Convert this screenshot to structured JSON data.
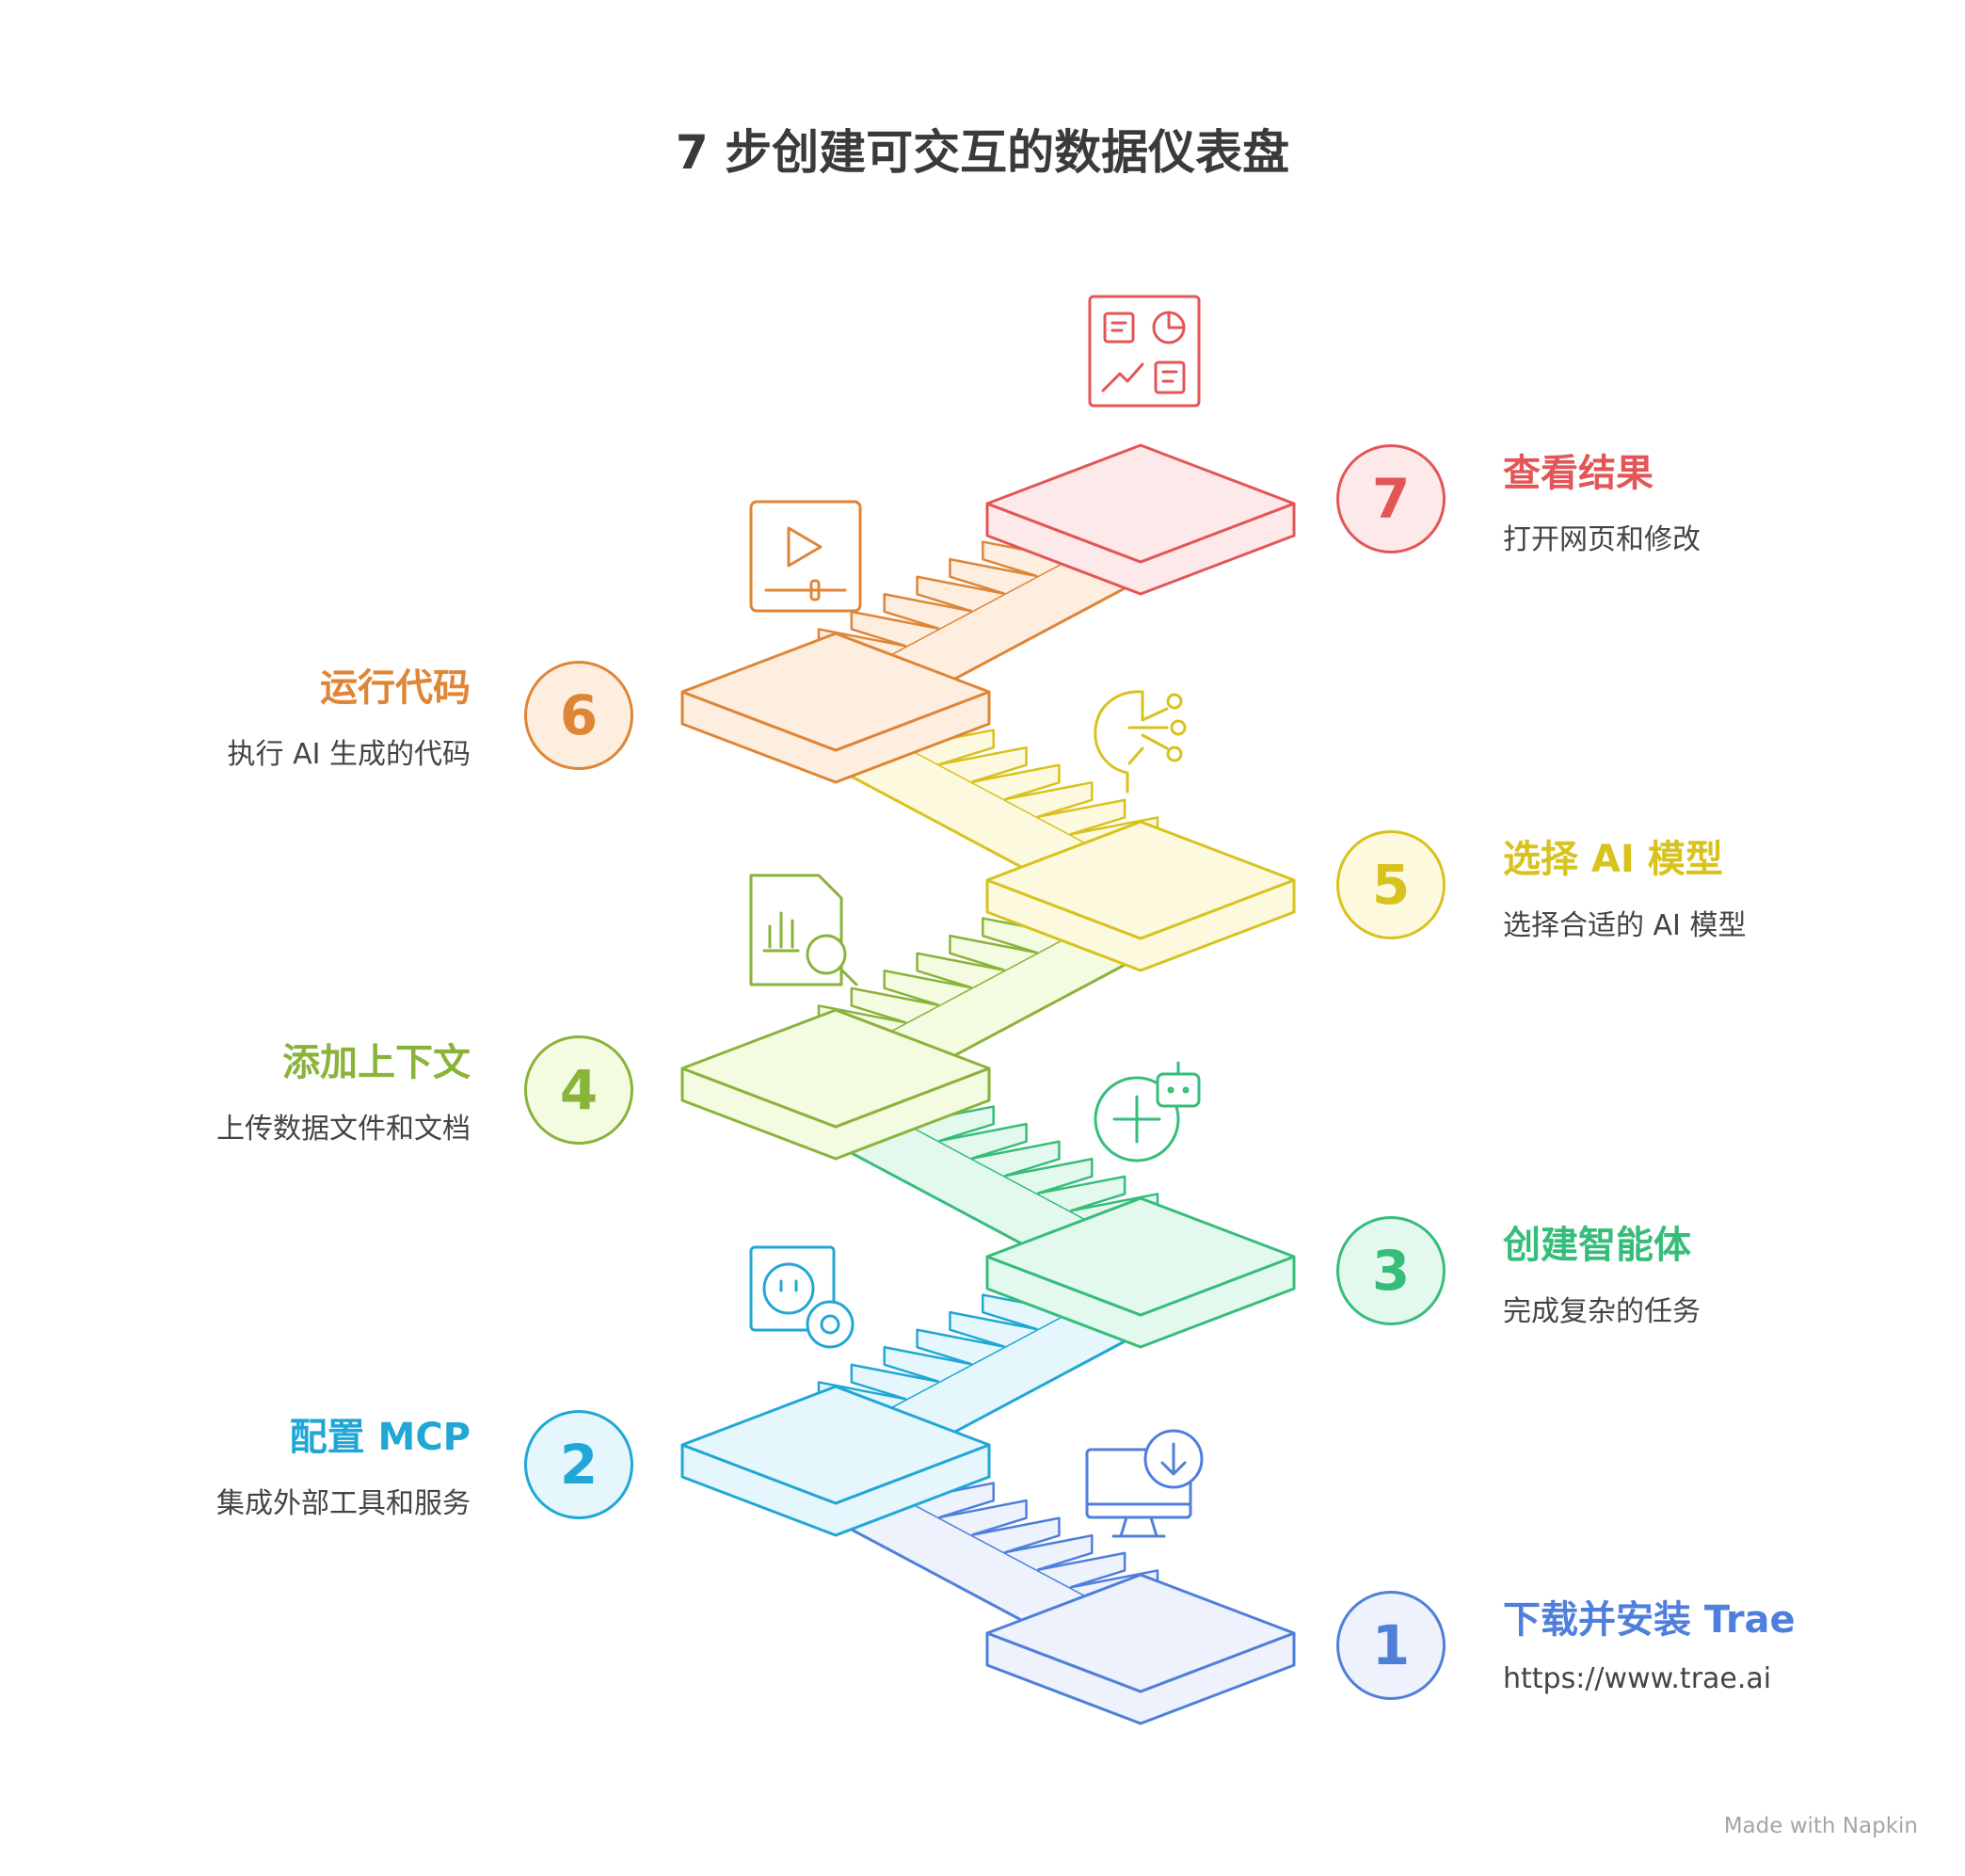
{
  "title": "7 步创建可交互的数据仪表盘",
  "steps": [
    {
      "number": "1",
      "title": "下载并安装 Trae",
      "desc": "https://www.trae.ai",
      "color": "#4f7fdb",
      "fill": "#edf2fc",
      "icon": "monitor-download-icon"
    },
    {
      "number": "2",
      "title": "配置 MCP",
      "desc": "集成外部工具和服务",
      "color": "#21a7d6",
      "fill": "#e5f6fc",
      "icon": "plug-gear-icon"
    },
    {
      "number": "3",
      "title": "创建智能体",
      "desc": "完成复杂的任务",
      "color": "#36bd7a",
      "fill": "#e4f9ee",
      "icon": "add-robot-icon"
    },
    {
      "number": "4",
      "title": "添加上下文",
      "desc": "上传数据文件和文档",
      "color": "#8ab33a",
      "fill": "#f3fbe1",
      "icon": "document-search-icon"
    },
    {
      "number": "5",
      "title": "选择 AI 模型",
      "desc": "选择合适的 AI 模型",
      "color": "#d8c21e",
      "fill": "#fdf9df",
      "icon": "ai-head-icon"
    },
    {
      "number": "6",
      "title": "运行代码",
      "desc": "执行 AI 生成的代码",
      "color": "#df8536",
      "fill": "#fdeee0",
      "icon": "video-player-icon"
    },
    {
      "number": "7",
      "title": "查看结果",
      "desc": "打开网页和修改",
      "color": "#e35556",
      "fill": "#fde9e9",
      "icon": "dashboard-icon"
    }
  ],
  "watermark": "Made with Napkin"
}
